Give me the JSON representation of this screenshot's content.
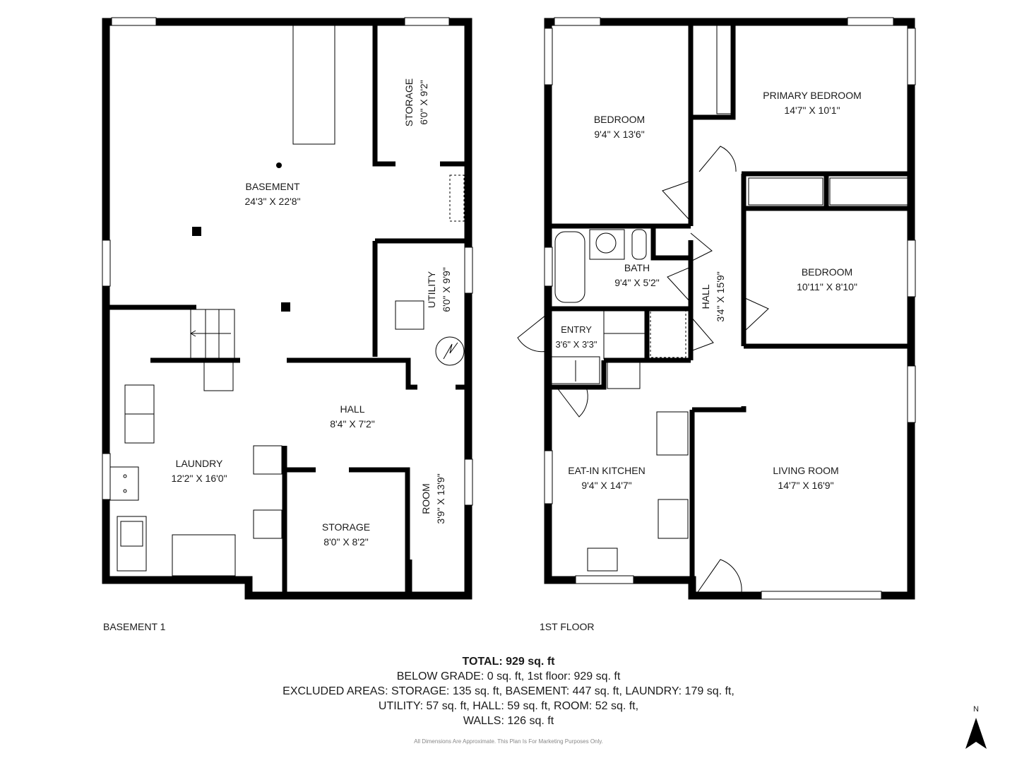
{
  "floors": [
    {
      "name": "BASEMENT 1",
      "rooms": [
        {
          "name": "BASEMENT",
          "dims": "24'3\" X 22'8\""
        },
        {
          "name": "STORAGE",
          "dims": "6'0\" X 9'2\""
        },
        {
          "name": "UTILITY",
          "dims": "6'0\" X 9'9\""
        },
        {
          "name": "HALL",
          "dims": "8'4\" X 7'2\""
        },
        {
          "name": "LAUNDRY",
          "dims": "12'2\" X 16'0\""
        },
        {
          "name": "STORAGE",
          "dims": "8'0\" X 8'2\""
        },
        {
          "name": "ROOM",
          "dims": "3'9\" X 13'9\""
        }
      ]
    },
    {
      "name": "1ST FLOOR",
      "rooms": [
        {
          "name": "BEDROOM",
          "dims": "9'4\" X 13'6\""
        },
        {
          "name": "PRIMARY BEDROOM",
          "dims": "14'7\" X 10'1\""
        },
        {
          "name": "BATH",
          "dims": "9'4\" X 5'2\""
        },
        {
          "name": "HALL",
          "dims": "3'4\" X 15'9\""
        },
        {
          "name": "BEDROOM",
          "dims": "10'11\" X 8'10\""
        },
        {
          "name": "ENTRY",
          "dims": "3'6\" X 3'3\""
        },
        {
          "name": "EAT-IN KITCHEN",
          "dims": "9'4\" X 14'7\""
        },
        {
          "name": "LIVING ROOM",
          "dims": "14'7\" X 16'9\""
        }
      ]
    }
  ],
  "summary": {
    "total": "TOTAL: 929 sq. ft",
    "line1": "BELOW GRADE: 0 sq. ft, 1st floor: 929 sq. ft",
    "line2": "EXCLUDED AREAS: STORAGE: 135 sq. ft, BASEMENT: 447 sq. ft, LAUNDRY: 179 sq. ft,",
    "line3": "UTILITY: 57 sq. ft, HALL: 59 sq. ft, ROOM: 52 sq. ft,",
    "line4": "WALLS: 126 sq. ft"
  },
  "disclaimer": "All Dimensions Are Approximate. This Plan Is For Marketing Purposes Only.",
  "compass": {
    "label": "N",
    "icon": "north-arrow-icon"
  }
}
